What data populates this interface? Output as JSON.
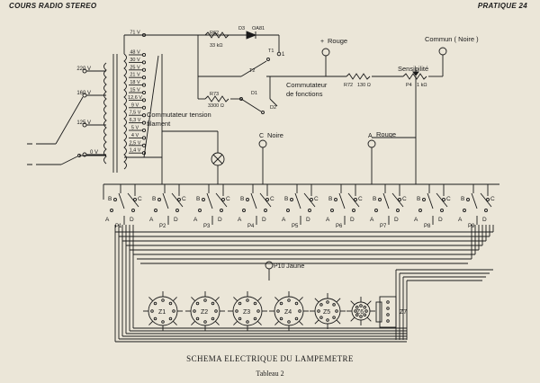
{
  "header": {
    "left": "COURS RADIO STEREO",
    "right": "PRATIQUE 24"
  },
  "caption": {
    "title": "SCHEMA ELECTRIQUE DU LAMPEMETRE",
    "subtitle": "Tableau 2"
  },
  "primary_taps": [
    "220 V",
    "160 V",
    "125 V",
    "0 V"
  ],
  "secondary_taps": [
    "71 V",
    "48 V",
    "30 V",
    "25 V",
    "21 V",
    "18 V",
    "15 V",
    "12,6 V",
    "9 V",
    "7,5 V",
    "6,3 V",
    "5 V",
    "4 V",
    "2,5 V",
    "1,4 V"
  ],
  "components": {
    "r62": {
      "name": "R62",
      "value": "33 kΩ"
    },
    "d3": {
      "name": "D3",
      "value": "OA81"
    },
    "r73": {
      "name": "R73",
      "value": "3300 Ω"
    },
    "r72": {
      "name": "R72",
      "value": "130 Ω"
    },
    "p4": {
      "name": "P4",
      "value": "1 kΩ"
    },
    "t1": "T1",
    "t2": "T2",
    "d1": "D1",
    "d2": "D2"
  },
  "terminals": {
    "rouge_plus": "Rouge",
    "commun": "Commun ( Noire )",
    "noire": "Noire",
    "rouge_a": "Rouge",
    "jaune": "Jaune",
    "p10": "P10"
  },
  "labels": {
    "commutateur_tension": "Commutateur tension",
    "filament": "filament",
    "commutateur_fonctions": "Commutateur",
    "de_fonctions": "de fonctions",
    "sensibilite": "Sensibilité"
  },
  "switch_letters": {
    "b": "B",
    "c": "C",
    "a": "A",
    "d": "D"
  },
  "switches": [
    "P1",
    "P2",
    "P3",
    "P4",
    "P5",
    "P6",
    "P7",
    "P8",
    "P9"
  ],
  "sockets": [
    "Z1",
    "Z2",
    "Z3",
    "Z4",
    "Z5",
    "Z6",
    "Z7"
  ],
  "point_labels": {
    "c": "C",
    "a": "A",
    "one": "1"
  }
}
